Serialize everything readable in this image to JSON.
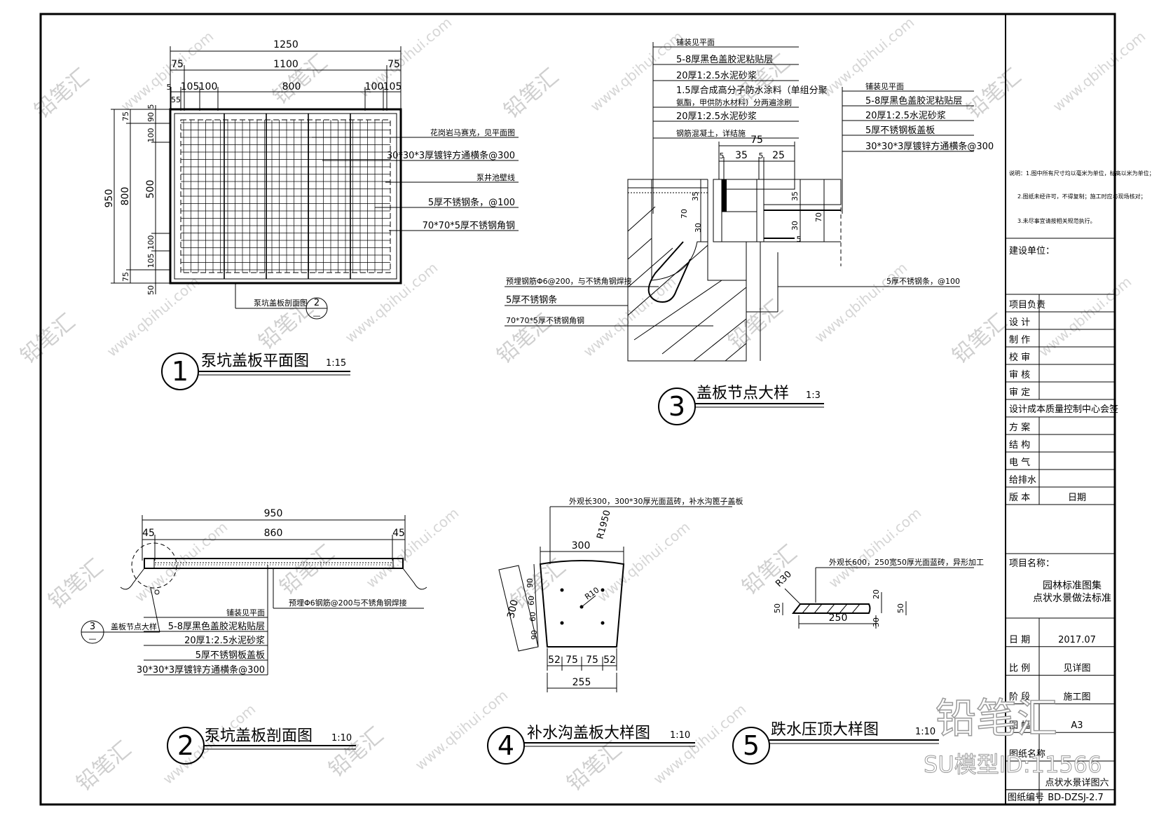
{
  "drawings": {
    "d1": {
      "num": "1",
      "title": "泵坑盖板平面图",
      "scale": "1:15",
      "dim_total_w": "1250",
      "dim_75a": "75",
      "dim_1100": "1100",
      "dim_75b": "75",
      "dim_5": "5",
      "dim_55": "55",
      "dim_105a": "105",
      "dim_100a": "100",
      "dim_800w": "800",
      "dim_100b": "100",
      "dim_105b": "105",
      "dim_950": "950",
      "dim_800h": "800",
      "dim_v75a": "75",
      "dim_v100a": "100",
      "dim_v90": "90",
      "dim_v5": "5",
      "dim_v500": "500",
      "dim_v100b": "100",
      "dim_v105": "105",
      "dim_v75b": "75",
      "dim_v50": "50",
      "notes": [
        "花岗岩马赛克，见平面图",
        "30*30*3厚镀锌方通横条@300",
        "泵井池壁线",
        "5厚不锈钢条，@100",
        "70*70*5厚不锈钢角钢"
      ],
      "section_ref_label": "泵坑盖板剖面图",
      "section_ref_num": "2",
      "section_ref_sheet": "—"
    },
    "d2": {
      "num": "2",
      "title": "泵坑盖板剖面图",
      "scale": "1:10",
      "dim_950": "950",
      "dim_45a": "45",
      "dim_860": "860",
      "dim_45b": "45",
      "note_rebar": "预埋Φ6钢筋@200与不锈角钢焊接",
      "notes": [
        "铺装见平面",
        "5-8厚黑色盖胶泥粘贴层",
        "20厚1:2.5水泥砂浆",
        "5厚不锈钢板盖板",
        "30*30*3厚镀锌方通横条@300"
      ],
      "detail_ref_num": "3",
      "detail_ref_sheet": "—",
      "detail_ref_label": "盖板节点大样"
    },
    "d3": {
      "num": "3",
      "title": "盖板节点大样",
      "scale": "1:3",
      "notes_left": [
        "铺装见平面",
        "5-8厚黑色盖胶泥粘贴层",
        "20厚1:2.5水泥砂浆",
        "1.5厚合成高分子防水涂料（单组分聚",
        "氨酯，甲供防水材料）分两遍涂刷",
        "20厚1:2.5水泥砂浆",
        "钢筋混凝土，详结施"
      ],
      "notes_right": [
        "铺装见平面",
        "5-8厚黑色盖胶泥粘贴层",
        "20厚1:2.5水泥砂浆",
        "5厚不锈钢板盖板",
        "30*30*3厚镀锌方通横条@300"
      ],
      "notes_bottom": [
        "预埋钢筋Φ6@200，与不锈角钢焊接",
        "5厚不锈钢条",
        "70*70*5厚不锈钢角钢"
      ],
      "note_right_bottom": "5厚不锈钢条，@100",
      "dim_75": "75",
      "dim_5a": "5",
      "dim_35": "35",
      "dim_5b": "5",
      "dim_25": "25",
      "dim_v35a": "35",
      "dim_v70a": "70",
      "dim_v30a": "30",
      "dim_v35b": "35",
      "dim_v30b": "30",
      "dim_v70b": "70",
      "dim_v5": "5"
    },
    "d4": {
      "num": "4",
      "title": "补水沟盖板大样图",
      "scale": "1:10",
      "note": "外观长300，300*30厚光面蓝砖，补水沟篦子盖板",
      "dim_300": "300",
      "dim_r1950": "R1950",
      "dim_r10": "R10",
      "dim_v300": "300",
      "dim_v90a": "90",
      "dim_v60a": "60",
      "dim_v60b": "60",
      "dim_v90b": "90",
      "dim_52a": "52",
      "dim_75a": "75",
      "dim_75b": "75",
      "dim_52b": "52",
      "dim_255": "255"
    },
    "d5": {
      "num": "5",
      "title": "跌水压顶大样图",
      "scale": "1:10",
      "note": "外观长600，250宽50厚光面蓝砖，异形加工",
      "dim_r30": "R30",
      "dim_50a": "50",
      "dim_250": "250",
      "dim_20": "20",
      "dim_50b": "50",
      "dim_30": "30"
    }
  },
  "title_block": {
    "notes": [
      "说明：1.图中所有尺寸均以毫米为单位，标高以米为单位；",
      "2.图纸未经许可，不得复制；施工时应与现场核对；",
      "3.未尽事宜请按相关规范执行。"
    ],
    "client_label": "建设单位：",
    "rows": [
      {
        "label": "项目负责",
        "value": ""
      },
      {
        "label": "设  计",
        "value": ""
      },
      {
        "label": "制  作",
        "value": ""
      },
      {
        "label": "校  审",
        "value": ""
      },
      {
        "label": "审  核",
        "value": ""
      },
      {
        "label": "审  定",
        "value": ""
      }
    ],
    "sign_label": "设计成本质量控制中心会签",
    "sign_rows": [
      {
        "label": "方  案",
        "value": ""
      },
      {
        "label": "结  构",
        "value": ""
      },
      {
        "label": "电  气",
        "value": ""
      },
      {
        "label": "给排水",
        "value": ""
      },
      {
        "label": "版  本",
        "value": "日期"
      }
    ],
    "project_label": "项目名称：",
    "project_name_1": "园林标准图集",
    "project_name_2": "点状水景做法标准",
    "info_rows": [
      {
        "label": "日  期",
        "value": "2017.07"
      },
      {
        "label": "比  例",
        "value": "见详图"
      },
      {
        "label": "阶  段",
        "value": "施工图"
      },
      {
        "label": "图  幅",
        "value": "A3"
      },
      {
        "label": "图纸名称",
        "value": ""
      },
      {
        "label": "",
        "value": "点状水景详图六"
      }
    ],
    "drawing_no_label": "图纸编号",
    "drawing_no": "BD-DZSJ-2.7"
  },
  "watermark": {
    "brand": "铅笔汇",
    "url": "www.qbihui.com",
    "logo_text": "铅笔汇",
    "id_text": "SU模型ID:11566"
  }
}
